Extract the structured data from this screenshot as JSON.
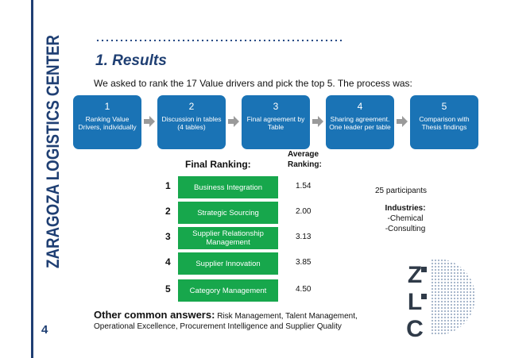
{
  "slide": {
    "side_title": "ZARAGOZA LOGISTICS CENTER",
    "page_number": "4",
    "title": "1. Results",
    "intro": "We asked to rank the 17 Value drivers and pick the top 5. The process was:"
  },
  "steps": [
    {
      "n": "1",
      "text": "Ranking Value Drivers, individually"
    },
    {
      "n": "2",
      "text": "Discussion in tables (4 tables)"
    },
    {
      "n": "3",
      "text": "Final agreement by Table"
    },
    {
      "n": "4",
      "text": "Sharing agreement. One leader per table"
    },
    {
      "n": "5",
      "text": "Comparison with Thesis findings"
    }
  ],
  "ranking": {
    "header": "Final Ranking:",
    "avg_header_line1": "Average",
    "avg_header_line2": "Ranking:",
    "items": [
      {
        "rank": "1",
        "label": "Business Integration",
        "avg": "1.54"
      },
      {
        "rank": "2",
        "label": "Strategic Sourcing",
        "avg": "2.00"
      },
      {
        "rank": "3",
        "label": "Supplier Relationship Management",
        "avg": "3.13"
      },
      {
        "rank": "4",
        "label": "Supplier Innovation",
        "avg": "3.85"
      },
      {
        "rank": "5",
        "label": "Category Management",
        "avg": "4.50"
      }
    ]
  },
  "info": {
    "participants": "25 participants",
    "industries_header": "Industries:",
    "industry_1": "-Chemical",
    "industry_2": "-Consulting"
  },
  "footer": {
    "other_label": "Other common answers:",
    "other_line1": " Risk Management, Talent Management,",
    "other_line2": "Operational Excellence, Procurement Intelligence and Supplier Quality"
  },
  "logo": {
    "letters": [
      "Z",
      "L",
      "C"
    ]
  },
  "colors": {
    "step_blue": "#1a73b5",
    "rank_green": "#17a74c",
    "brand_navy": "#1f3f73"
  }
}
